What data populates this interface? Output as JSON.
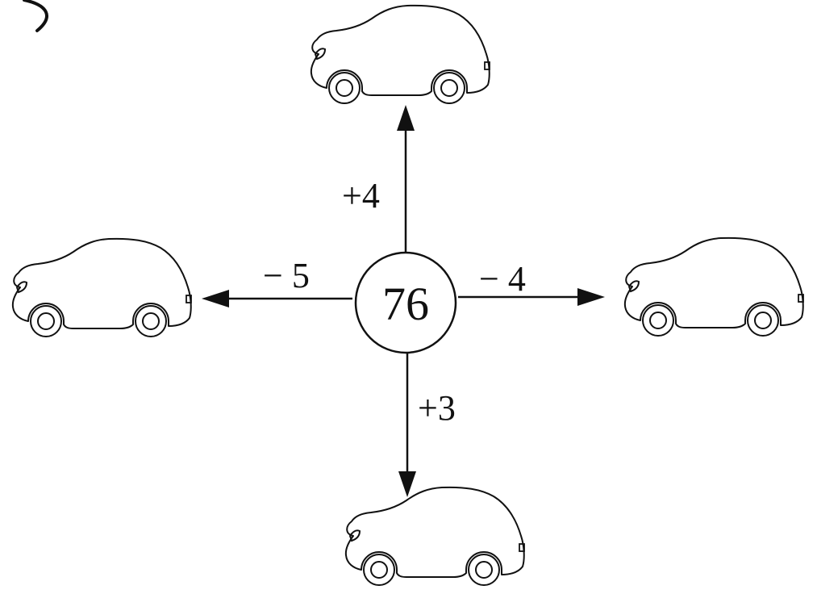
{
  "diagram": {
    "center_value": "76",
    "arrows": [
      {
        "direction": "up",
        "label": "+4"
      },
      {
        "direction": "left",
        "label": "− 5"
      },
      {
        "direction": "right",
        "label": "− 4"
      },
      {
        "direction": "down",
        "label": "+3"
      }
    ],
    "car_icon": "car-outline",
    "stroke_color": "#111111"
  }
}
